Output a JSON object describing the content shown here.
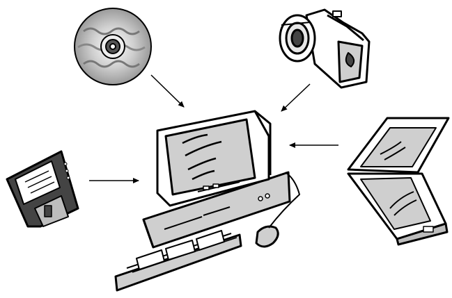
{
  "diagram": {
    "central_device": "desktop-computer",
    "input_devices": [
      "cd-rom-disc",
      "digital-camera",
      "floppy-disk",
      "flatbed-scanner"
    ],
    "arrows": [
      {
        "from": "cd-rom-disc",
        "to": "desktop-computer"
      },
      {
        "from": "digital-camera",
        "to": "desktop-computer"
      },
      {
        "from": "floppy-disk",
        "to": "desktop-computer"
      },
      {
        "from": "flatbed-scanner",
        "to": "desktop-computer"
      }
    ],
    "colors": {
      "ink": "#000000",
      "gray": "#bdbdbd",
      "screen": "#cfcfcf",
      "paper": "#ffffff"
    }
  }
}
